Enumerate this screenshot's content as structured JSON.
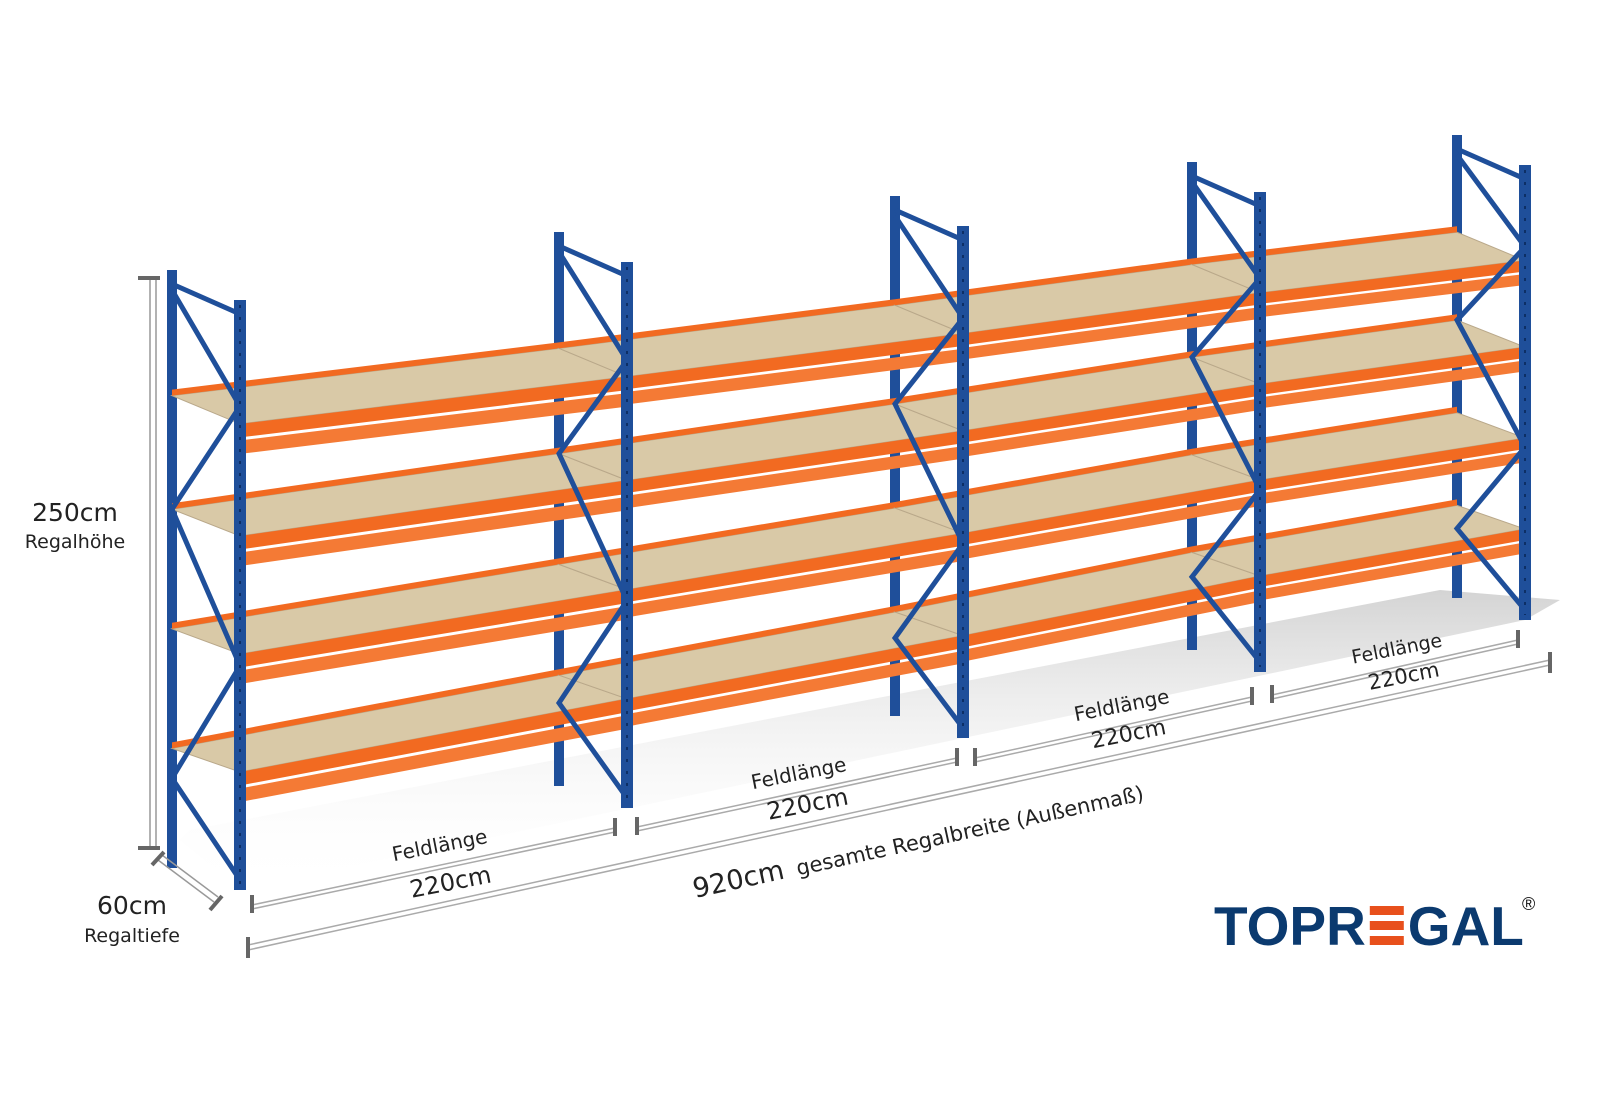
{
  "product": {
    "height_value": "250cm",
    "height_label": "Regalhöhe",
    "depth_value": "60cm",
    "depth_label": "Regaltiefe",
    "bays": [
      {
        "label": "Feldlänge",
        "value": "220cm"
      },
      {
        "label": "Feldlänge",
        "value": "220cm"
      },
      {
        "label": "Feldlänge",
        "value": "220cm"
      },
      {
        "label": "Feldlänge",
        "value": "220cm"
      }
    ],
    "total_value": "920cm",
    "total_label": "gesamte Regalbreite (Außenmaß)",
    "levels": 4
  },
  "brand": {
    "logo_text": "TOPREGAL",
    "registered": "®",
    "colors": {
      "blue": "#0b3a6f",
      "orange": "#e8501c",
      "upright": "#1f4f9a",
      "beam": "#f26a21",
      "deck": "#d9c9a7"
    }
  }
}
